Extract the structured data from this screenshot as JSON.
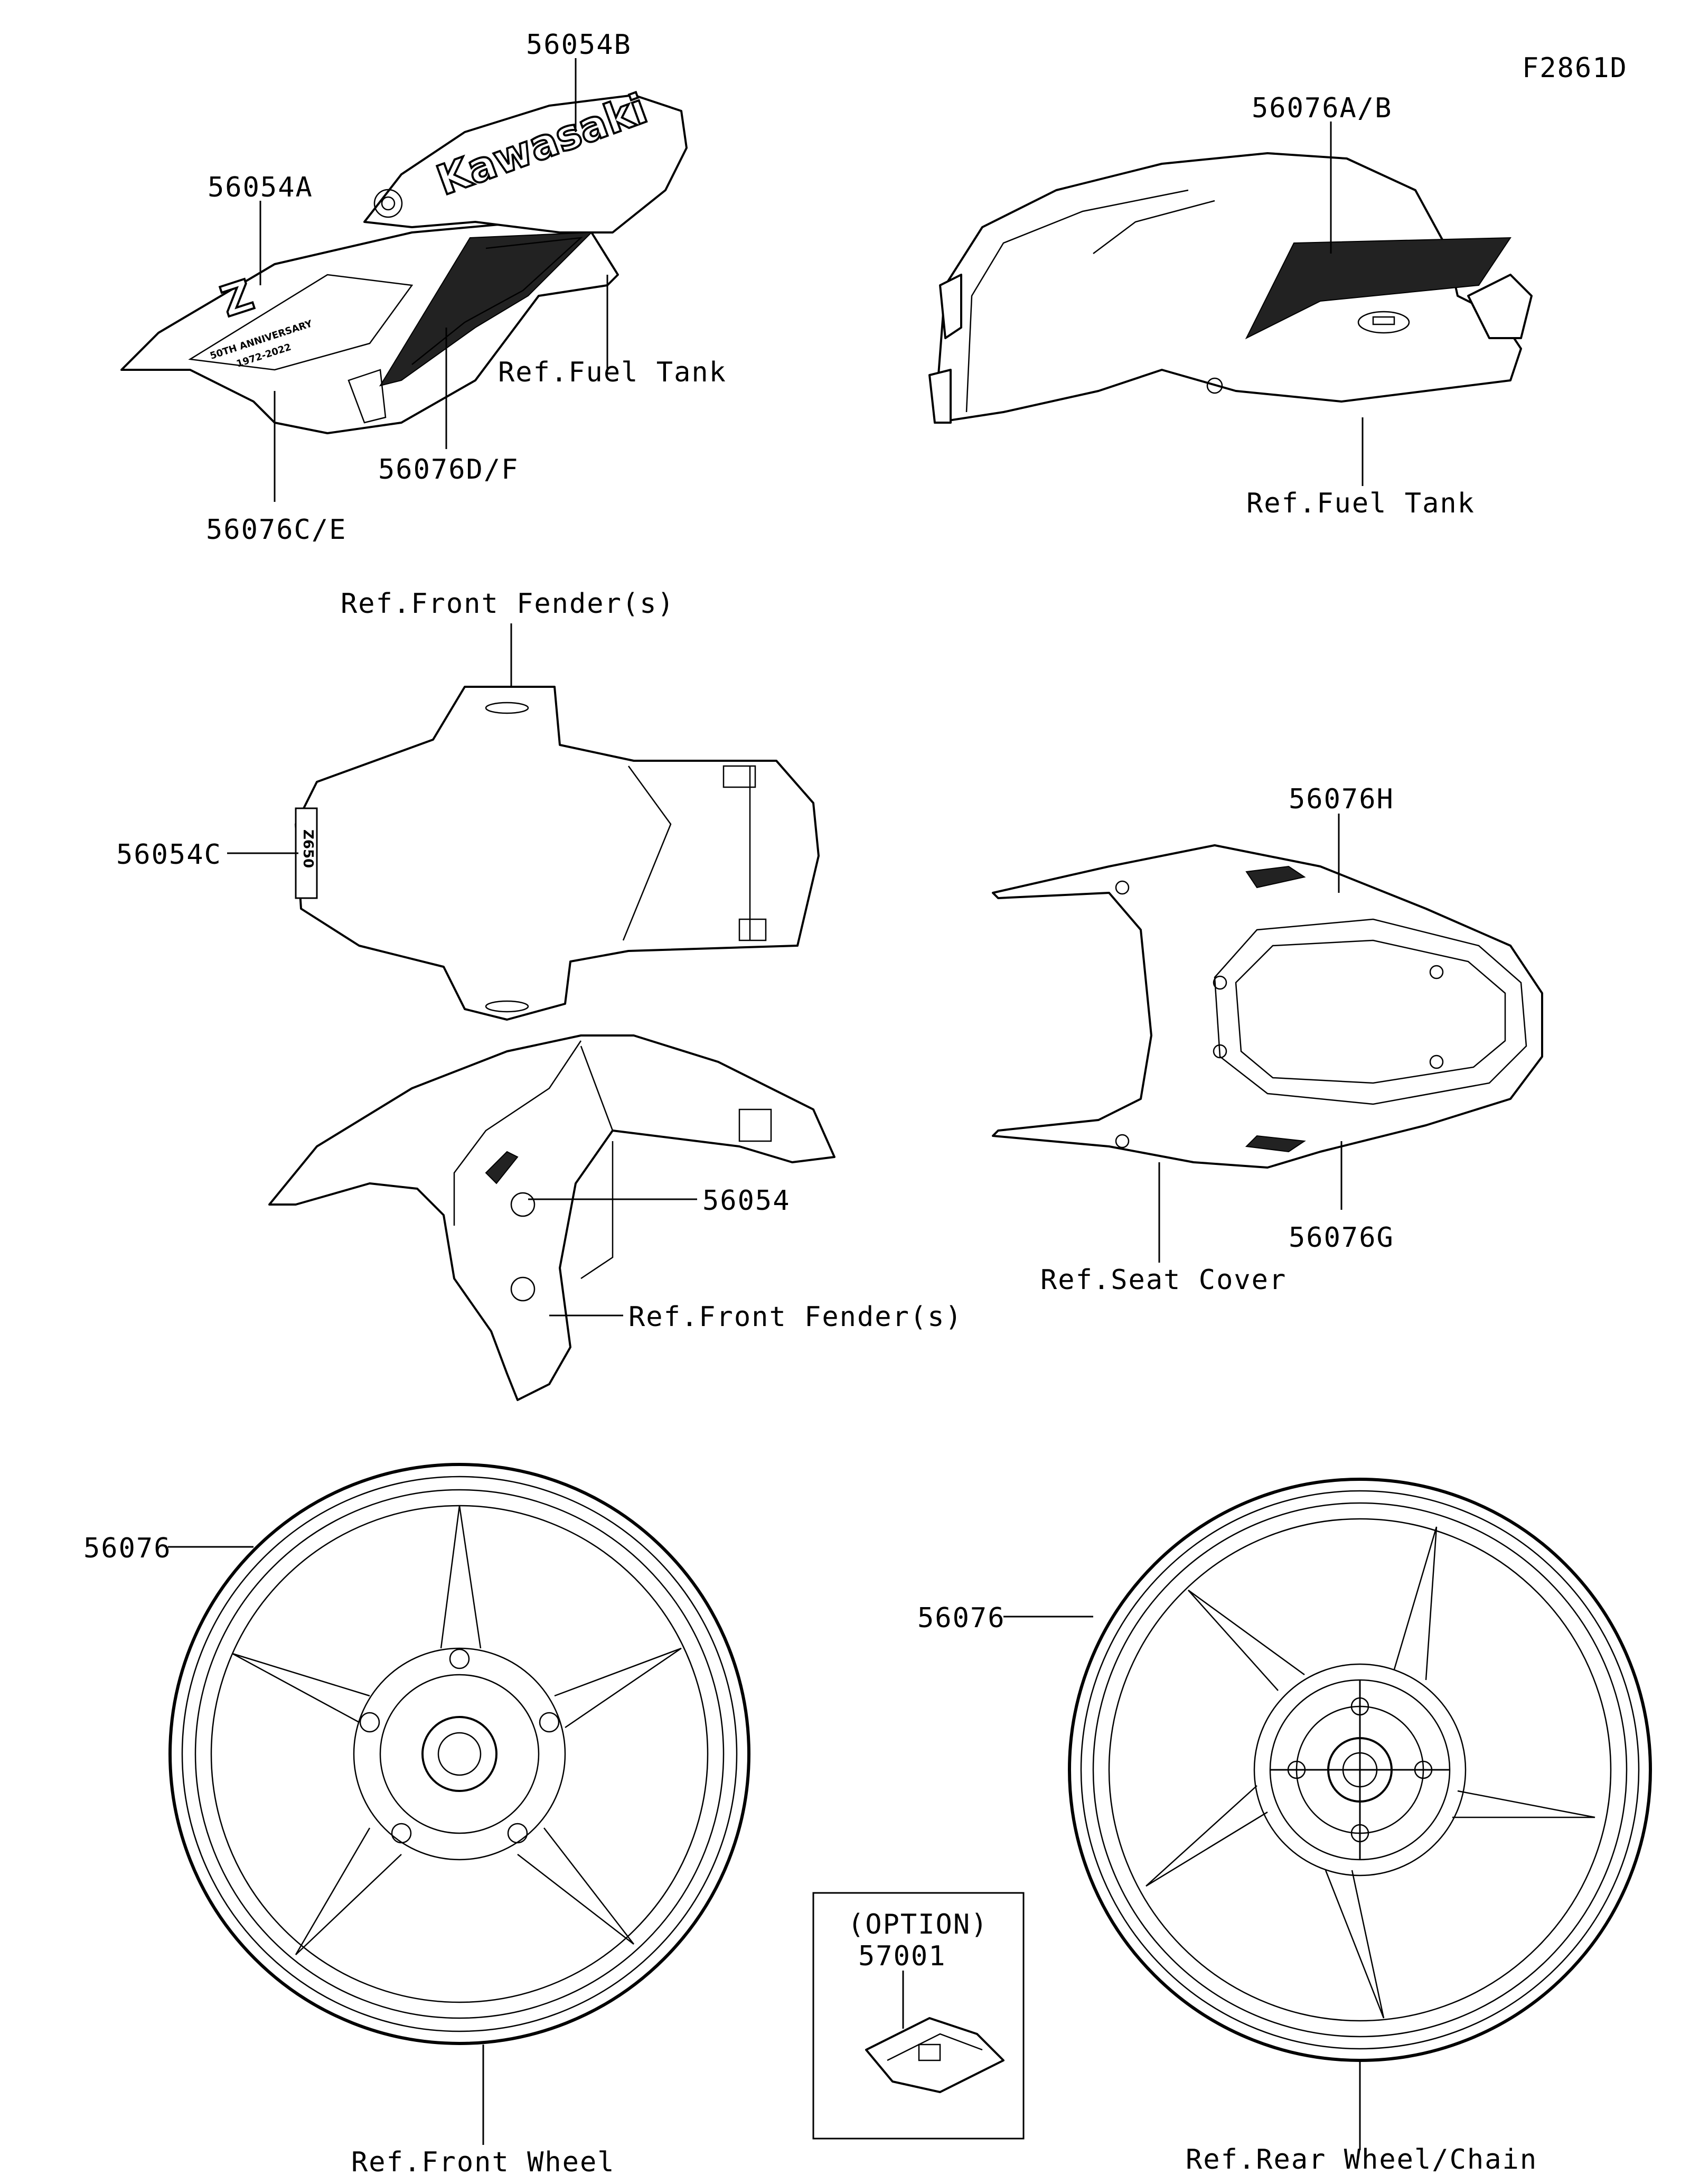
{
  "figure_id": "F2861D",
  "labels": {
    "l56054B": "56054B",
    "l56054A": "56054A",
    "l56076CE": "56076C/E",
    "l56076DF": "56076D/F",
    "refFuelTank1": "Ref.Fuel Tank",
    "l56076AB": "56076A/B",
    "refFuelTank2": "Ref.Fuel Tank",
    "refFrontFender1": "Ref.Front Fender(s)",
    "l56054C": "56054C",
    "l56076H": "56076H",
    "l56054": "56054",
    "refFrontFender2": "Ref.Front Fender(s)",
    "l56076G": "56076G",
    "refSeatCover": "Ref.Seat Cover",
    "l56076front": "56076",
    "l56076rear": "56076",
    "refFrontWheel": "Ref.Front Wheel",
    "refRearWheel": "Ref.Rear Wheel/Chain",
    "option": "(OPTION)",
    "l57001": "57001"
  },
  "decal_text": {
    "kawasaki": "Kawasaki",
    "z_badge": "Z",
    "anniversary": "50TH ANNIVERSARY",
    "years": "1972-2022",
    "fender_badge": "Z650"
  }
}
